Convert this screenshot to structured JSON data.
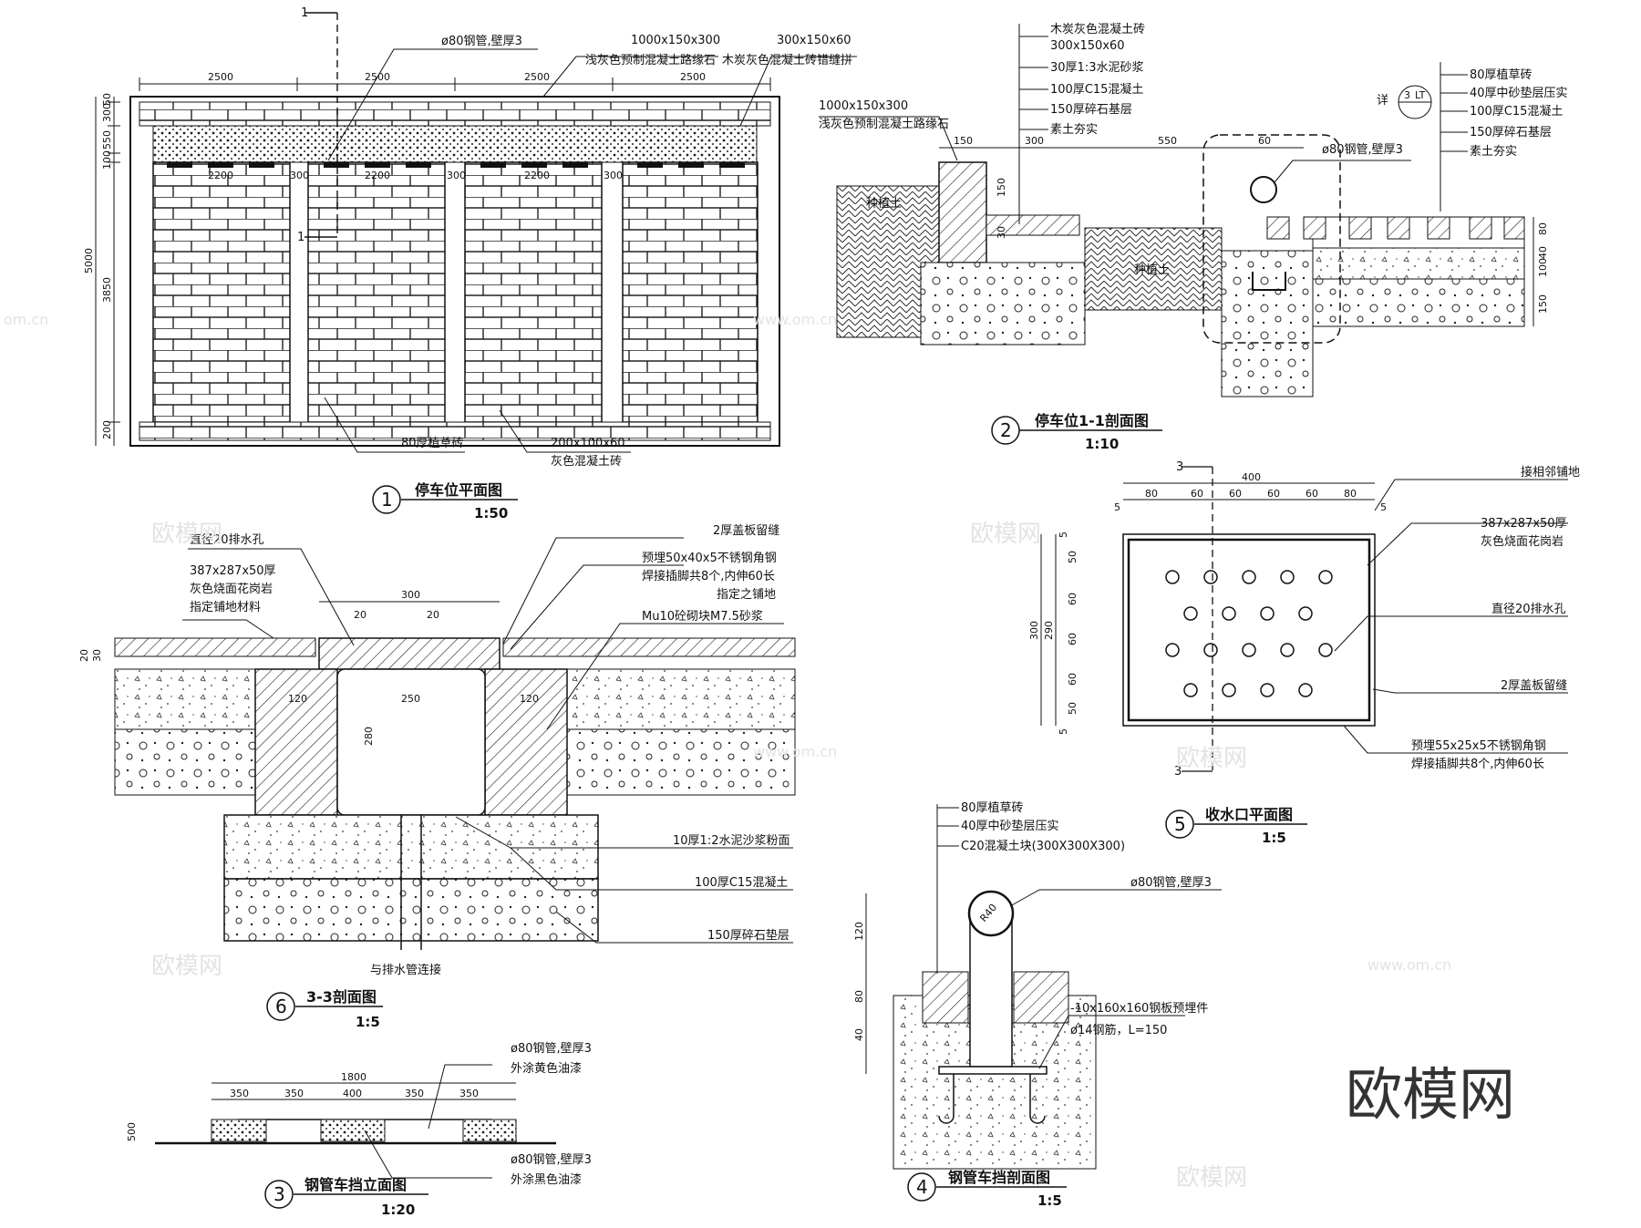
{
  "watermark": {
    "text": "欧模网",
    "url": "www.om.cn",
    "url_short": "om.cn"
  },
  "brand": "欧模网",
  "detail1": {
    "number": "1",
    "title": "停车位平面图",
    "scale": "1:50",
    "section_mark": "1",
    "dims_top": [
      "2500",
      "2500",
      "2500",
      "2500"
    ],
    "dims_inner": [
      "2200",
      "300",
      "2200",
      "300",
      "2200",
      "300"
    ],
    "dims_left_total": "5000",
    "dims_left": [
      "50",
      "300",
      "550",
      "100",
      "3850",
      "200"
    ],
    "labels": {
      "pipe": "ø80钢管,壁厚3",
      "curb_size": "1000x150x300",
      "curb": "浅灰色预制混凝土路缘石",
      "brick_size": "300x150x60",
      "brick": "木炭灰色混凝土砖错缝拼",
      "grass": "80厚植草砖",
      "paver_size": "200x100x60",
      "paver": "灰色混凝土砖"
    }
  },
  "detail2": {
    "number": "2",
    "title": "停车位1-1剖面图",
    "scale": "1:10",
    "dims_top": [
      "150",
      "300",
      "550",
      "60"
    ],
    "dims_v": [
      "150",
      "30"
    ],
    "dims_right": [
      "80",
      "40",
      "100",
      "150"
    ],
    "soil": "种植土",
    "callout": {
      "text": "详",
      "id": "3",
      "sheet": "LT"
    },
    "labels_left": [
      "木炭灰色混凝土砖",
      "300x150x60",
      "30厚1:3水泥砂浆",
      "100厚C15混凝土",
      "150厚碎石基层",
      "素土夯实"
    ],
    "curb_size": "1000x150x300",
    "curb": "浅灰色预制混凝土路缘石",
    "labels_right": [
      "80厚植草砖",
      "40厚中砂垫层压实",
      "100厚C15混凝土",
      "150厚碎石基层",
      "素土夯实"
    ],
    "pipe": "ø80钢管,壁厚3"
  },
  "detail3": {
    "number": "3",
    "title": "钢管车挡立面图",
    "scale": "1:20",
    "dim_total": "1800",
    "dims": [
      "350",
      "350",
      "400",
      "350",
      "350"
    ],
    "dim_h": "500",
    "label_top": [
      "ø80钢管,壁厚3",
      "外涂黄色油漆"
    ],
    "label_bot": [
      "ø80钢管,壁厚3",
      "外涂黑色油漆"
    ]
  },
  "detail4": {
    "number": "4",
    "title": "钢管车挡剖面图",
    "scale": "1:5",
    "dims_left": [
      "120",
      "80",
      "40"
    ],
    "radius": "R40",
    "labels_top": [
      "80厚植草砖",
      "40厚中砂垫层压实",
      "C20混凝土块(300X300X300)"
    ],
    "pipe": "ø80钢管,壁厚3",
    "plate": "-10x160x160钢板预埋件",
    "rebar": "ø14钢筋，L=150"
  },
  "detail5": {
    "number": "5",
    "title": "收水口平面图",
    "scale": "1:5",
    "section_mark": "3",
    "dim_total": "400",
    "dims_top": [
      "5",
      "80",
      "60",
      "60",
      "60",
      "60",
      "80",
      "5"
    ],
    "dims_left": [
      "300",
      "290",
      "5",
      "50",
      "60",
      "60",
      "60",
      "50",
      "5"
    ],
    "labels": [
      "接相邻铺地",
      "387x287x50厚",
      "灰色烧面花岗岩",
      "直径20排水孔",
      "2厚盖板留缝",
      "预埋55x25x5不锈钢角钢",
      "焊接插脚共8个,内伸60长"
    ]
  },
  "detail6": {
    "number": "6",
    "title": "3-3剖面图",
    "scale": "1:5",
    "dims": [
      "300",
      "20",
      "20",
      "250",
      "120",
      "120",
      "280",
      "20",
      "30"
    ],
    "labels_left": [
      "直径20排水孔",
      "387x287x50厚",
      "灰色烧面花岗岩",
      "指定铺地材料"
    ],
    "labels_right": [
      "2厚盖板留缝",
      "预埋50x40x5不锈钢角钢",
      "焊接插脚共8个,内伸60长",
      "指定之铺地",
      "Mu10砼砌块M7.5砂浆"
    ],
    "labels_lower": [
      "10厚1:2水泥沙浆粉面",
      "100厚C15混凝土",
      "150厚碎石垫层"
    ],
    "drain": "与排水管连接"
  }
}
